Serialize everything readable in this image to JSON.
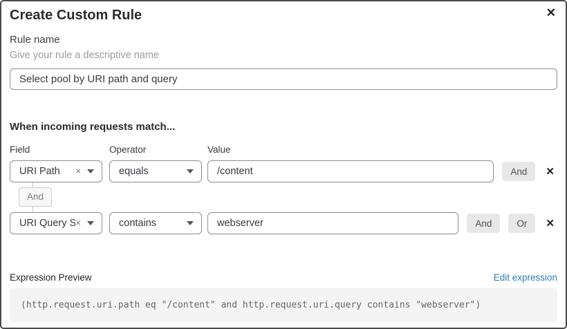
{
  "modal": {
    "title": "Create Custom Rule"
  },
  "icons": {
    "close": "✕",
    "clear": "×",
    "remove_row": "✕"
  },
  "rule_name": {
    "label": "Rule name",
    "hint": "Give your rule a descriptive name",
    "value": "Select pool by URI path and query"
  },
  "match": {
    "heading": "When incoming requests match...",
    "columns": {
      "field": "Field",
      "operator": "Operator",
      "value": "Value"
    },
    "connector_label": "And",
    "rows": [
      {
        "field": "URI Path",
        "operator": "equals",
        "value": "/content",
        "and_label": "And"
      },
      {
        "field": "URI Query St...",
        "operator": "contains",
        "value": "webserver",
        "and_label": "And",
        "or_label": "Or"
      }
    ]
  },
  "expression": {
    "label": "Expression Preview",
    "edit_link": "Edit expression",
    "code": "(http.request.uri.path eq \"/content\" and http.request.uri.query contains \"webserver\")"
  },
  "colors": {
    "modal_border": "#4a4a4a",
    "input_border": "#8d8d8d",
    "button_bg": "#e8e8e8",
    "link_blue": "#2e7cb5",
    "code_bg": "#f4f4f4",
    "hint_gray": "#9b9b9b"
  }
}
